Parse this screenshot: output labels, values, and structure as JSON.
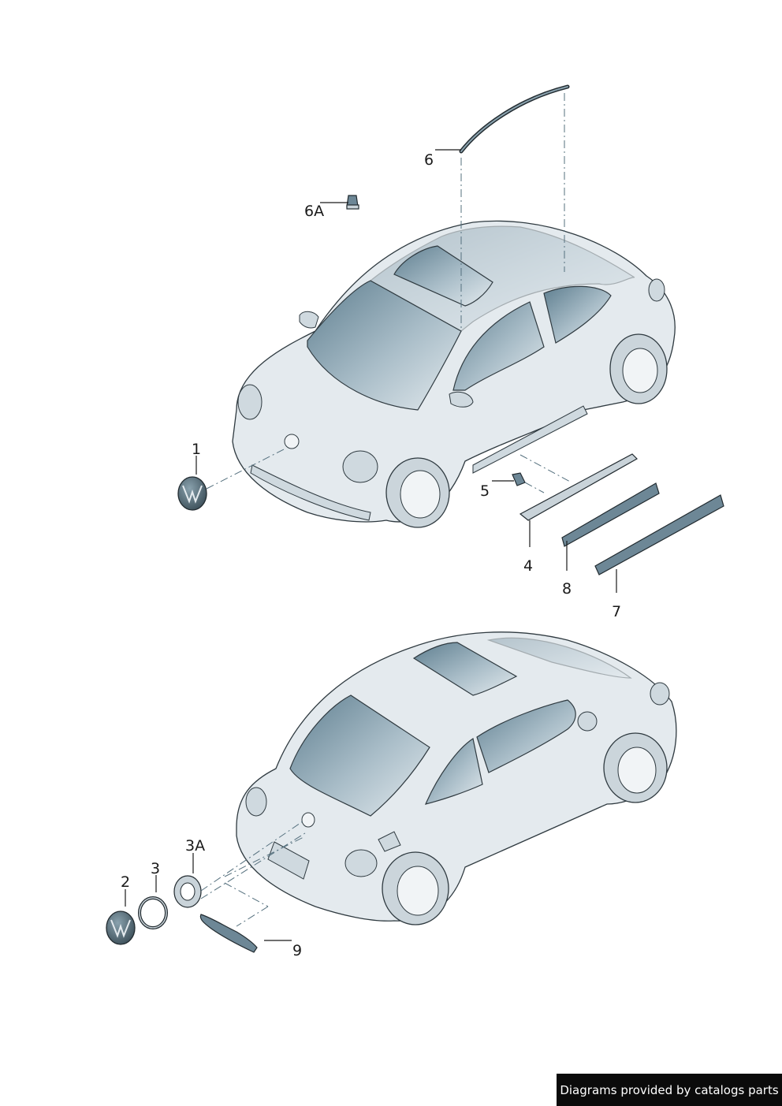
{
  "callouts": {
    "c1": "1",
    "c2": "2",
    "c3": "3",
    "c3a": "3A",
    "c4": "4",
    "c5": "5",
    "c6": "6",
    "c6a": "6A",
    "c7": "7",
    "c8": "8",
    "c9": "9"
  },
  "footer": {
    "credit": "Diagrams provided by catalogs parts"
  },
  "colors": {
    "body": "#e4eaee",
    "glass": "#7d99a8",
    "part": "#6d8796",
    "credit_bg": "#0b0b0b"
  }
}
